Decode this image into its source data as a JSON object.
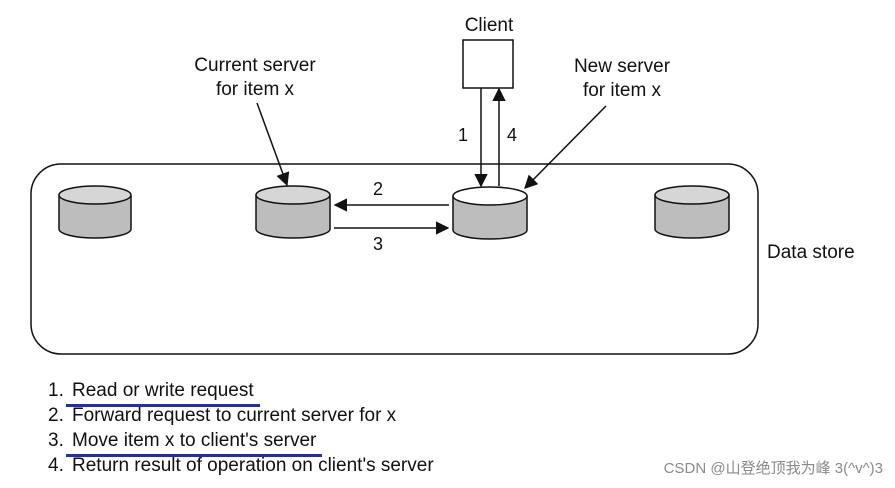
{
  "labels": {
    "client": "Client",
    "current_server": [
      "Current server",
      "for item x"
    ],
    "new_server": [
      "New server",
      "for item x"
    ],
    "data_store": "Data store"
  },
  "arrows": {
    "a1": "1",
    "a2": "2",
    "a3": "3",
    "a4": "4"
  },
  "legend": [
    {
      "num": "1.",
      "text": "Read or write request",
      "marked": true
    },
    {
      "num": "2.",
      "text": "Forward request to current server for x",
      "marked": false
    },
    {
      "num": "3.",
      "text": "Move item x to client's server",
      "marked": true
    },
    {
      "num": "4.",
      "text": "Return result of operation on client's server",
      "marked": false
    }
  ],
  "watermark": "CSDN @山登绝顶我为峰 3(^v^)3",
  "colors": {
    "cylinder_fill": "#bdbdbd",
    "cylinder_top": "#e6e6e6",
    "underline": "#2b2f8f"
  }
}
